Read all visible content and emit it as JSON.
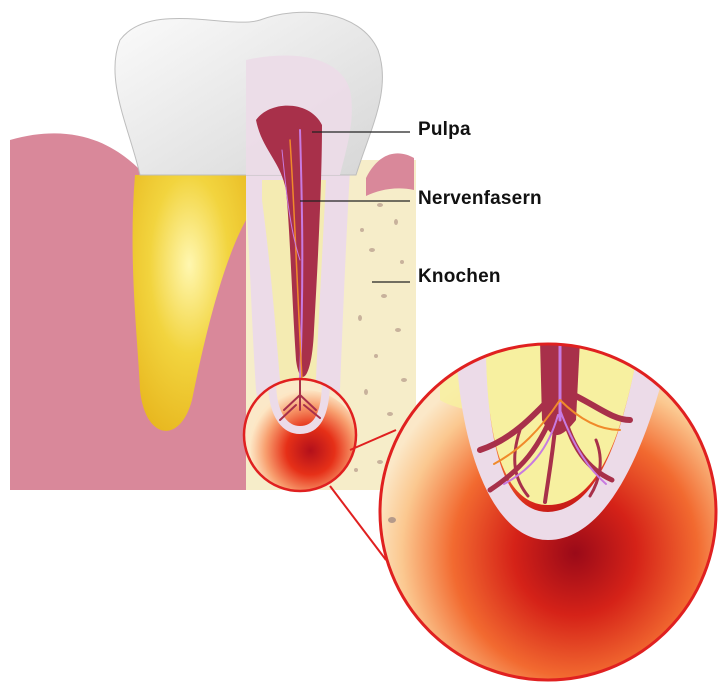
{
  "labels": {
    "pulpa": "Pulpa",
    "nervenfasern": "Nervenfasern",
    "knochen": "Knochen"
  },
  "colors": {
    "gum": "#d9889a",
    "enamel": "#e9e9e9",
    "dentin_cut": "#ecdbe8",
    "bone": "#f6edc9",
    "pulp": "#a8304a",
    "nerve": "#c87ae0",
    "inflammation": "#e0201a",
    "root_fill": "#f3d34a"
  },
  "icons": [
    "tooth-illustration",
    "magnifier-circle"
  ]
}
